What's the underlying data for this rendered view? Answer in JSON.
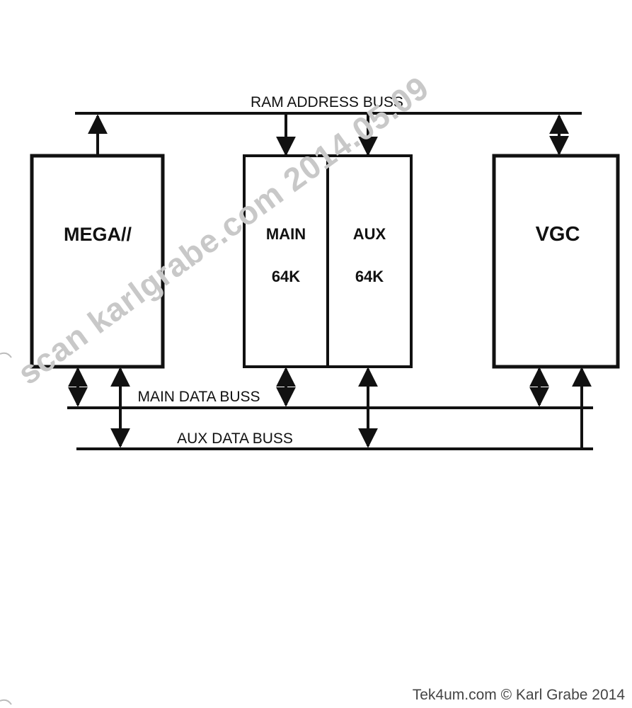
{
  "buses": {
    "address": "RAM ADDRESS BUSS",
    "main_data": "MAIN DATA BUSS",
    "aux_data": "AUX DATA BUSS"
  },
  "blocks": {
    "mega": "MEGA//",
    "main": {
      "name": "MAIN",
      "size": "64K"
    },
    "aux": {
      "name": "AUX",
      "size": "64K"
    },
    "vgc": "VGC"
  },
  "watermark": "scan karlgrabe.com 2014.05.09",
  "credit": "Tek4um.com © Karl Grabe 2014"
}
